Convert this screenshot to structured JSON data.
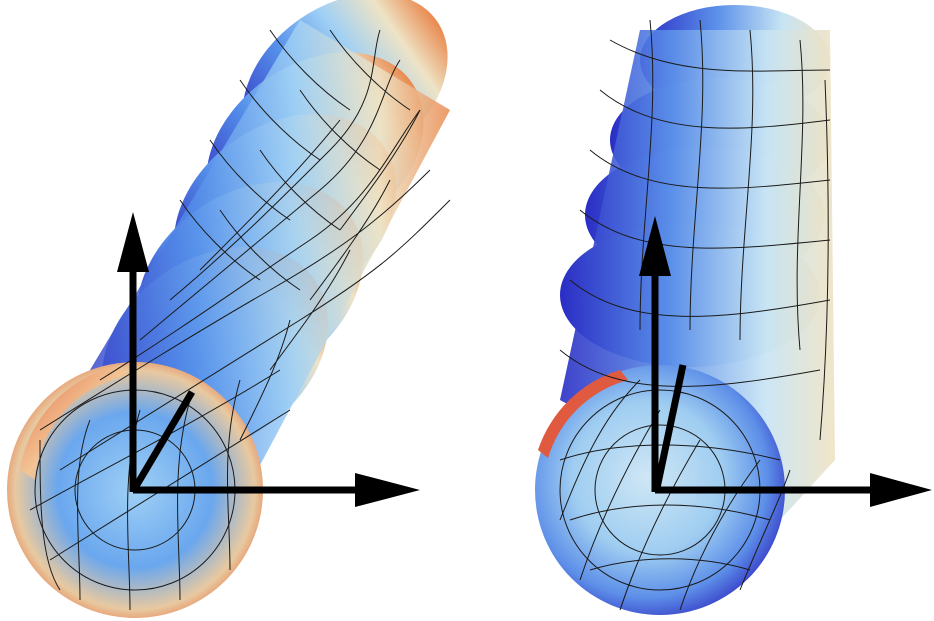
{
  "figure": {
    "panels": [
      {
        "id": "left",
        "tube_shape": "wavy cylinder with sinusoidal surface deformation",
        "surface_colormap": [
          "#3b3fc9",
          "#4f86e8",
          "#8cc3f2",
          "#eae3c6",
          "#f2b884",
          "#e0604a"
        ],
        "mesh_lines": true,
        "axes": [
          "vertical-arrow",
          "horizontal-arrow",
          "diagonal-arrow"
        ]
      },
      {
        "id": "right",
        "tube_shape": "helically twisted cylinder",
        "surface_colormap": [
          "#2b2ec7",
          "#4f86e8",
          "#a8d4f4",
          "#eee6c8",
          "#f0b07a",
          "#d9453b"
        ],
        "mesh_lines": true,
        "axes": [
          "vertical-arrow",
          "horizontal-arrow",
          "diagonal-arrow"
        ]
      }
    ],
    "arrow_color": "#000000",
    "mesh_color": "#1a1a1a",
    "background": "#ffffff"
  }
}
